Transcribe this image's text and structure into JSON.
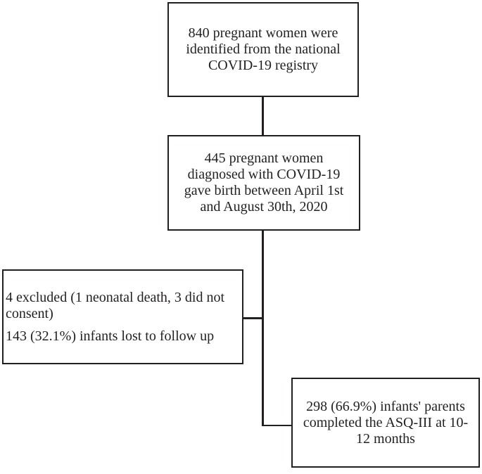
{
  "diagram": {
    "type": "flowchart",
    "colors": {
      "line": "#231f20",
      "text": "#231f20",
      "background": "#ffffff"
    },
    "boxes": {
      "registry": {
        "text": "840 pregnant women were identified from the national COVID-19 registry"
      },
      "gave_birth": {
        "text": "445 pregnant women diagnosed with COVID-19 gave birth between April 1st and August 30th, 2020"
      },
      "excluded": {
        "para1": "4 excluded (1 neonatal death, 3 did not consent)",
        "para2": "143 (32.1%) infants lost to follow up"
      },
      "completed": {
        "text": "298 (66.9%) infants' parents completed the ASQ-III at 10-12 months"
      }
    }
  }
}
